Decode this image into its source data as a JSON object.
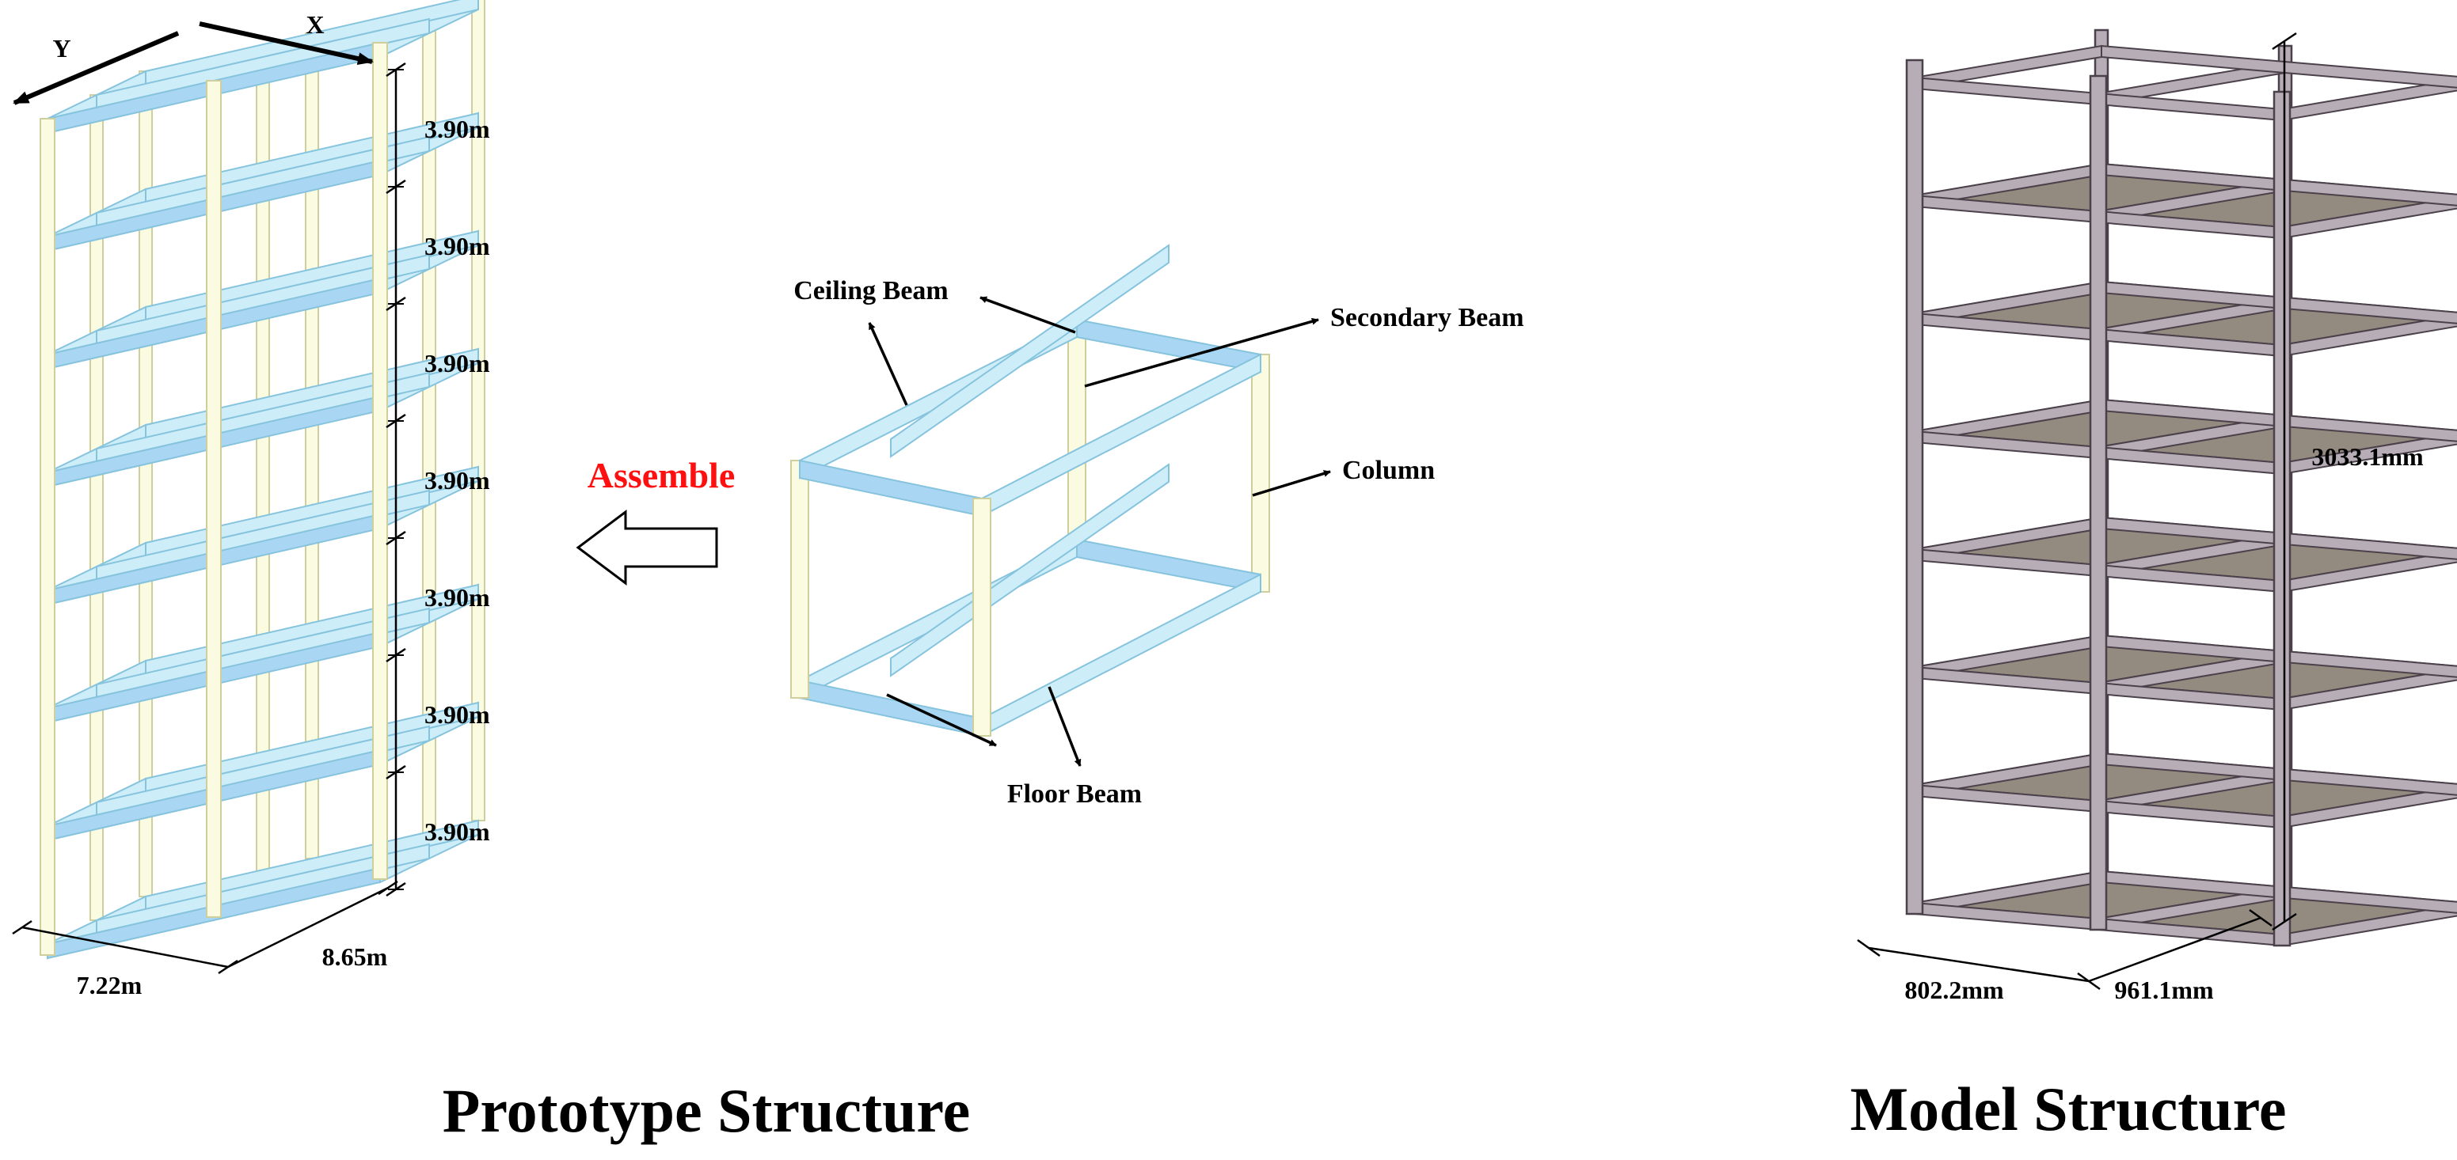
{
  "prototype": {
    "axes": {
      "x": "X",
      "y": "Y"
    },
    "storey_heights": [
      "3.90m",
      "3.90m",
      "3.90m",
      "3.90m",
      "3.90m",
      "3.90m",
      "3.90m"
    ],
    "width_label": "7.22m",
    "depth_label": "8.65m",
    "caption": "Prototype Structure"
  },
  "module": {
    "assemble_label": "Assemble",
    "labels": {
      "ceiling_beam": "Ceiling Beam",
      "secondary_beam": "Secondary Beam",
      "column": "Column",
      "floor_beam": "Floor Beam"
    }
  },
  "model": {
    "height_label": "3033.1mm",
    "width_label": "802.2mm",
    "depth_label": "961.1mm",
    "caption": "Model Structure"
  },
  "colors": {
    "beam_fill": "#cdeef9",
    "beam_stroke": "#86c3dd",
    "beam_accent": "#a9d6f3",
    "column_fill": "#fbfbe1",
    "column_stroke": "#cfcf9e",
    "steel_fill": "#b6adb6",
    "steel_dark": "#4b414b",
    "slab_fill": "#948b80",
    "assemble_red": "#ff1010"
  }
}
